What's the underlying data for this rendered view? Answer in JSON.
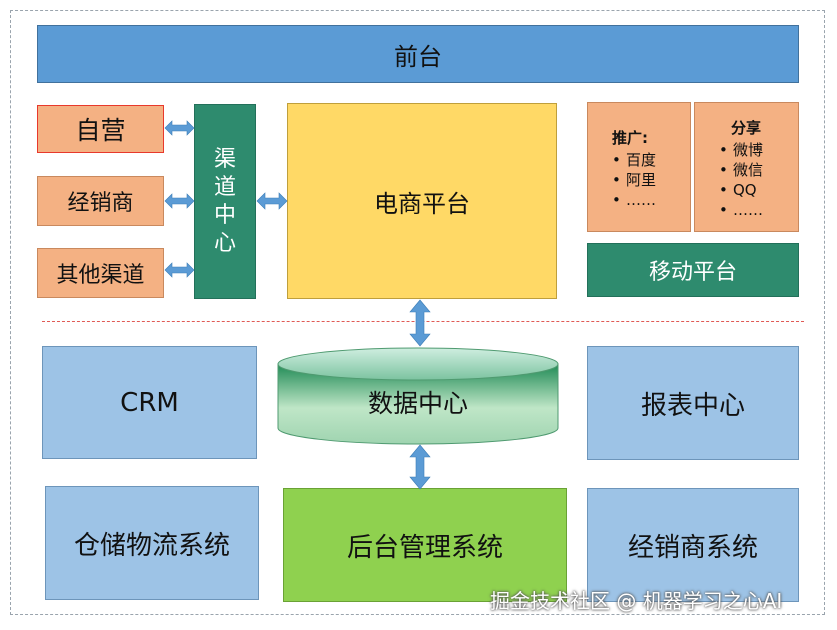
{
  "front": {
    "label": "前台"
  },
  "channels": {
    "items": [
      "自营",
      "经销商",
      "其他渠道"
    ],
    "center_chars": [
      "渠",
      "道",
      "中",
      "心"
    ]
  },
  "ecommerce": {
    "label": "电商平台"
  },
  "promotion": {
    "title": "推广:",
    "items": [
      "百度",
      "阿里",
      "……"
    ]
  },
  "share": {
    "title": "分享",
    "items": [
      "微博",
      "微信",
      "QQ",
      "……"
    ]
  },
  "mobile": {
    "label": "移动平台"
  },
  "crm": {
    "label": "CRM"
  },
  "data_center": {
    "label": "数据中心"
  },
  "report": {
    "label": "报表中心"
  },
  "warehouse": {
    "label": "仓储物流系统"
  },
  "backend": {
    "label": "后台管理系统"
  },
  "distributor_system": {
    "label": "经销商系统"
  },
  "watermark": {
    "text": "掘金技术社区 @ 机器学习之心AI"
  },
  "colors": {
    "blue": "#5b9bd5",
    "orange": "#f4b183",
    "teal": "#2e8b6e",
    "yellow": "#ffd966",
    "light_blue": "#9dc3e6",
    "lime": "#8fd14f",
    "arrow": "#5b9bd5"
  }
}
